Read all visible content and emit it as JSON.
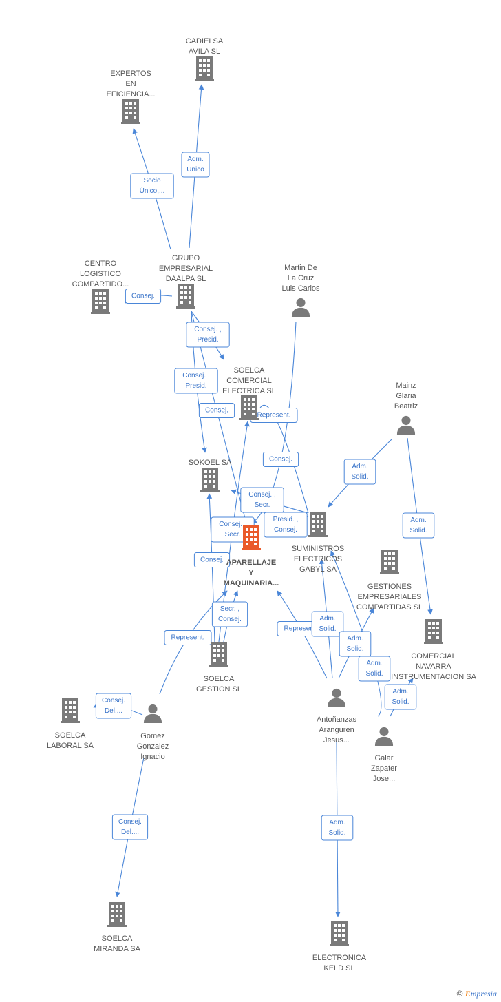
{
  "colors": {
    "edge": "#4a86d8",
    "node": "#7a7a7a",
    "main_node": "#ea5a2a",
    "label": "#555555"
  },
  "nodes": [
    {
      "id": "cadielsa",
      "type": "company",
      "lines": [
        "CADIELSA",
        "AVILA SL"
      ]
    },
    {
      "id": "expertos",
      "type": "company",
      "lines": [
        "EXPERTOS",
        "EN",
        "EFICIENCIA..."
      ]
    },
    {
      "id": "grupo",
      "type": "company",
      "lines": [
        "GRUPO",
        "EMPRESARIAL",
        "DAALPA SL"
      ]
    },
    {
      "id": "centro",
      "type": "company",
      "lines": [
        "CENTRO",
        "LOGISTICO",
        "COMPARTIDO..."
      ]
    },
    {
      "id": "martin",
      "type": "person",
      "lines": [
        "Martin De",
        "La Cruz",
        "Luis Carlos"
      ]
    },
    {
      "id": "soelca_comercial",
      "type": "company",
      "lines": [
        "SOELCA",
        "COMERCIAL",
        "ELECTRICA SL"
      ]
    },
    {
      "id": "mainz",
      "type": "person",
      "lines": [
        "Mainz",
        "Glaria",
        "Beatriz"
      ]
    },
    {
      "id": "sokoel",
      "type": "company",
      "lines": [
        "SOKOEL SA"
      ]
    },
    {
      "id": "aparellaje",
      "type": "main",
      "lines": [
        "APARELLAJE",
        "Y",
        "MAQUINARIA..."
      ]
    },
    {
      "id": "suministros",
      "type": "company",
      "lines": [
        "SUMINISTROS",
        "ELECTRICOS",
        "GABYL SA"
      ]
    },
    {
      "id": "gestiones",
      "type": "company",
      "lines": [
        "GESTIONES",
        "EMPRESARIALES",
        "COMPARTIDAS SL"
      ]
    },
    {
      "id": "comercial_navarra",
      "type": "company",
      "lines": [
        "COMERCIAL",
        "NAVARRA",
        "INSTRUMENTACION SA"
      ]
    },
    {
      "id": "soelca_gestion",
      "type": "company",
      "lines": [
        "SOELCA",
        "GESTION SL"
      ]
    },
    {
      "id": "soelca_laboral",
      "type": "company",
      "lines": [
        "SOELCA",
        "LABORAL SA"
      ]
    },
    {
      "id": "gomez",
      "type": "person",
      "lines": [
        "Gomez",
        "Gonzalez",
        "Ignacio"
      ]
    },
    {
      "id": "antonanzas",
      "type": "person",
      "lines": [
        "Antoñanzas",
        "Aranguren",
        "Jesus..."
      ]
    },
    {
      "id": "galar",
      "type": "person",
      "lines": [
        "Galar",
        "Zapater",
        "Jose..."
      ]
    },
    {
      "id": "soelca_miranda",
      "type": "company",
      "lines": [
        "SOELCA",
        "MIRANDA SA"
      ]
    },
    {
      "id": "electronica",
      "type": "company",
      "lines": [
        "ELECTRONICA",
        "KELD SL"
      ]
    }
  ],
  "edges": [
    {
      "id": "e1",
      "from": "grupo",
      "to": "cadielsa",
      "label": [
        "Adm.",
        "Unico"
      ]
    },
    {
      "id": "e2",
      "from": "grupo",
      "to": "expertos",
      "label": [
        "Socio",
        "Único,..."
      ]
    },
    {
      "id": "e3",
      "from": "grupo",
      "to": "centro",
      "label": [
        "Consej."
      ]
    },
    {
      "id": "e4",
      "from": "grupo",
      "to": "soelca_comercial",
      "label": [
        "Consej. ,",
        "Presid."
      ]
    },
    {
      "id": "e5",
      "from": "grupo",
      "to": "sokoel",
      "label": [
        "Consej. ,",
        "Presid."
      ]
    },
    {
      "id": "e6",
      "from": "grupo",
      "to": "aparellaje",
      "label": [
        "Consej."
      ]
    },
    {
      "id": "e7",
      "from": "martin",
      "to": "aparellaje",
      "label": [
        "Consej."
      ]
    },
    {
      "id": "e8",
      "from": "suministros",
      "to": "soelca_comercial",
      "label": [
        "Represent."
      ]
    },
    {
      "id": "e9",
      "from": "suministros",
      "to": "sokoel",
      "label": [
        "Consej. ,",
        "Secr."
      ]
    },
    {
      "id": "e10",
      "from": "suministros",
      "to": "aparellaje",
      "label": [
        "Presid. ,",
        "Consej."
      ]
    },
    {
      "id": "e11",
      "from": "mainz",
      "to": "suministros",
      "label": [
        "Adm.",
        "Solid."
      ]
    },
    {
      "id": "e12",
      "from": "mainz",
      "to": "comercial_navarra",
      "label": [
        "Adm.",
        "Solid."
      ]
    },
    {
      "id": "e13",
      "from": "soelca_gestion",
      "to": "soelca_comercial",
      "label": [
        "Consej. ,",
        "Secr."
      ]
    },
    {
      "id": "e14",
      "from": "soelca_gestion",
      "to": "sokoel",
      "label": [
        "Consej."
      ]
    },
    {
      "id": "e15",
      "from": "soelca_gestion",
      "to": "aparellaje",
      "label": [
        "Secr. ,",
        "Consej."
      ]
    },
    {
      "id": "e16",
      "from": "gomez",
      "to": "aparellaje",
      "label": [
        "Represent."
      ]
    },
    {
      "id": "e17",
      "from": "gomez",
      "to": "soelca_laboral",
      "label": [
        "Consej.",
        "Del...."
      ]
    },
    {
      "id": "e18",
      "from": "gomez",
      "to": "soelca_miranda",
      "label": [
        "Consej.",
        "Del...."
      ]
    },
    {
      "id": "e19",
      "from": "antonanzas",
      "to": "aparellaje",
      "label": [
        "Represent."
      ]
    },
    {
      "id": "e20",
      "from": "antonanzas",
      "to": "suministros",
      "label": [
        "Adm.",
        "Solid."
      ]
    },
    {
      "id": "e21",
      "from": "antonanzas",
      "to": "gestiones",
      "label": [
        "Adm.",
        "Solid."
      ]
    },
    {
      "id": "e22",
      "from": "antonanzas",
      "to": "electronica",
      "label": [
        "Adm.",
        "Solid."
      ]
    },
    {
      "id": "e23",
      "from": "galar",
      "to": "suministros",
      "label": [
        "Adm.",
        "Solid."
      ]
    },
    {
      "id": "e24",
      "from": "galar",
      "to": "comercial_navarra",
      "label": [
        "Adm.",
        "Solid."
      ]
    }
  ],
  "footer": {
    "copyright": "©",
    "brand_first": "E",
    "brand_rest": "mpresia"
  }
}
